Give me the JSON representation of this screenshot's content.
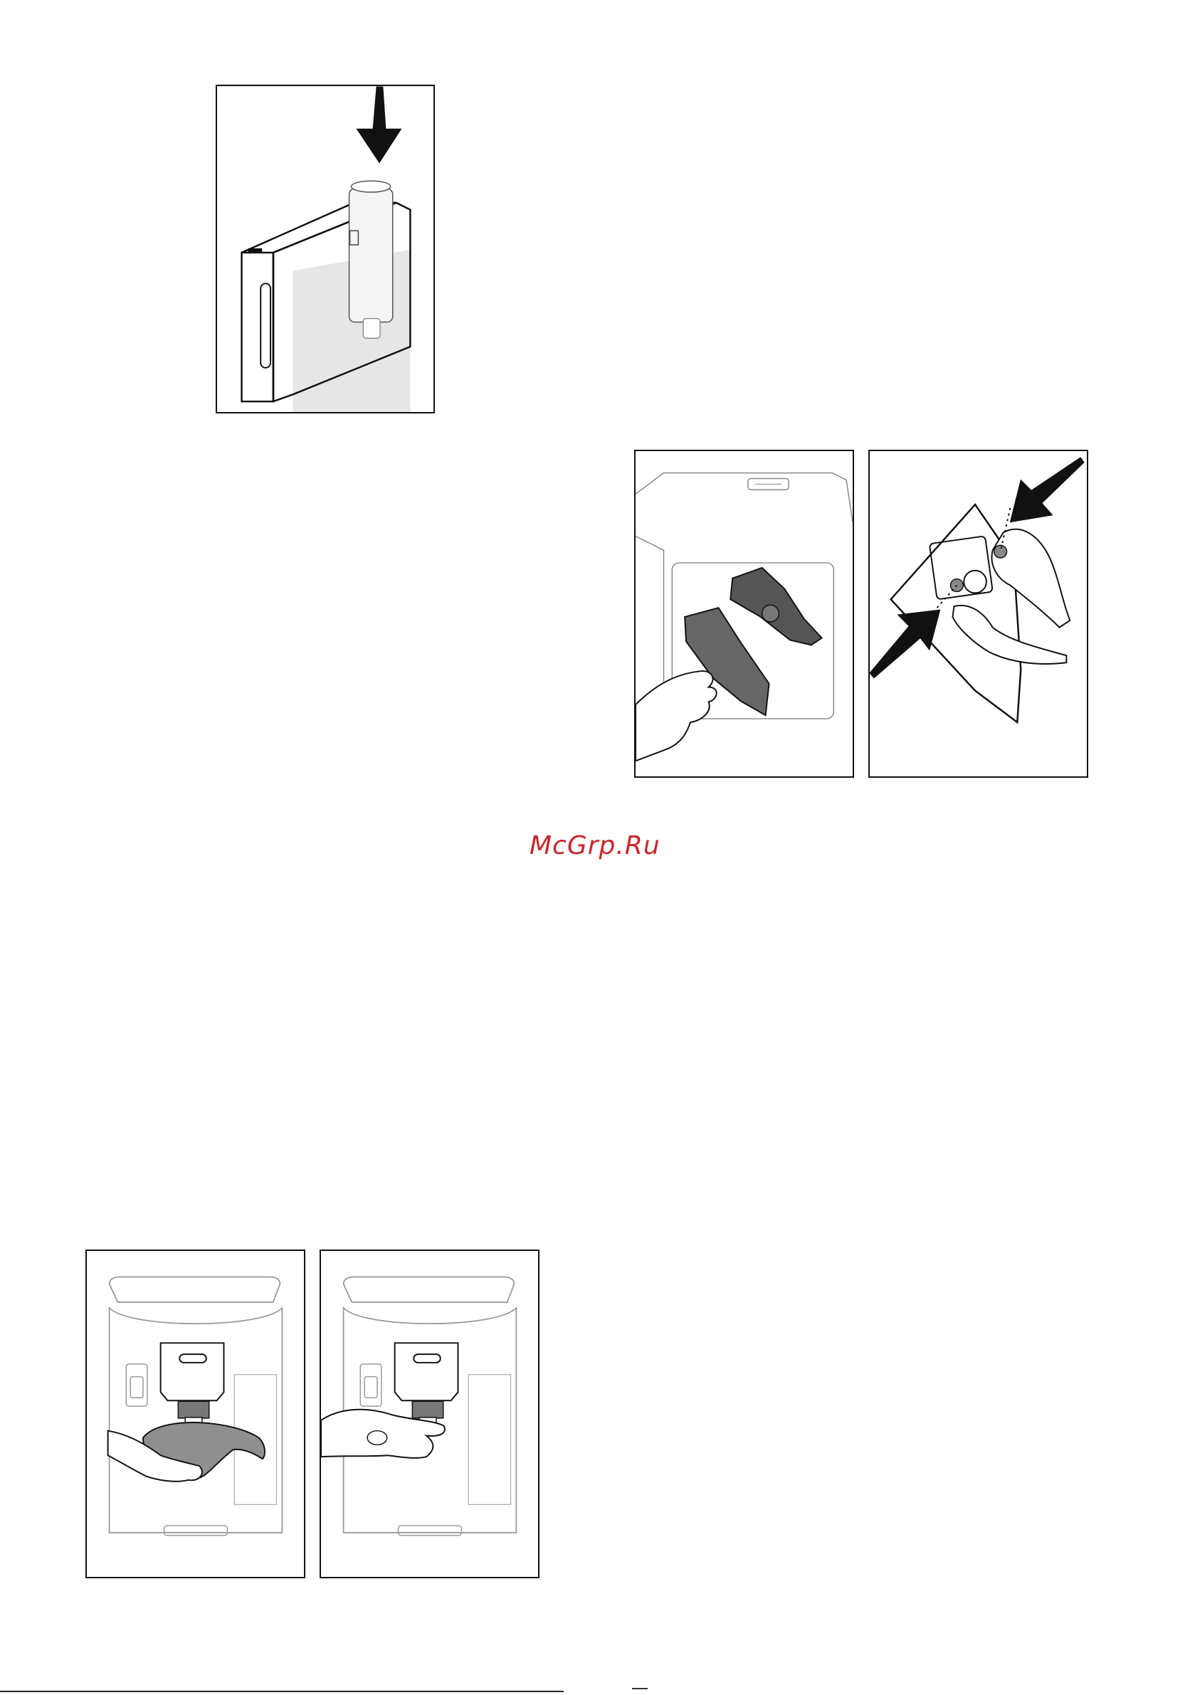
{
  "watermark": {
    "text": "McGrp.Ru",
    "color": "#c9262c"
  },
  "figures": [
    {
      "id": "water-tank-filter-insert",
      "icon": "down-arrow-icon"
    },
    {
      "id": "brew-unit-remove"
    },
    {
      "id": "brew-unit-press-release",
      "icon": "converging-arrows-icon"
    },
    {
      "id": "spout-wipe-cloth"
    },
    {
      "id": "spout-dry-hand"
    }
  ]
}
